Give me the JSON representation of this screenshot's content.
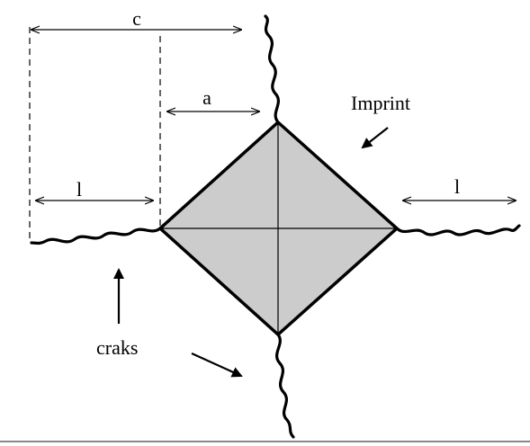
{
  "labels": {
    "c": "c",
    "a": "a",
    "l_left": "l",
    "l_right": "l",
    "imprint": "Imprint",
    "cracks": "craks"
  },
  "colors": {
    "imprint_fill": "#cccccc",
    "stroke": "#000000",
    "background": "#ffffff",
    "bottom_border": "#888888"
  }
}
